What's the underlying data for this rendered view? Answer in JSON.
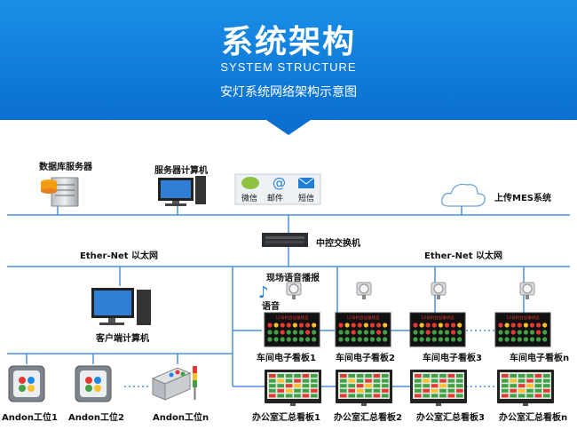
{
  "header": {
    "title": "系统架构",
    "subtitle_en": "SYSTEM STRUCTURE",
    "subtitle": "安灯系统网络架构示意图"
  },
  "nodes": {
    "db_server": "数据库服务器",
    "server_pc": "服务器计算机",
    "wechat": "微信",
    "mail": "邮件",
    "sms": "短信",
    "mes": "上传MES系统",
    "switch": "中控交换机",
    "ethernet_left": "Ether-Net 以太网",
    "ethernet_right": "Ether-Net 以太网",
    "voice_broadcast": "现场语音播报",
    "voice": "语音",
    "client_pc": "客户端计算机",
    "boards": [
      "车间电子看板1",
      "车间电子看板2",
      "车间电子看板3",
      "车间电子看板n"
    ],
    "board_screen_title": "12号机台设备状态",
    "office_boards": [
      "办公室汇总看板1",
      "办公室汇总看板2",
      "办公室汇总看板3",
      "办公室汇总看板n"
    ],
    "andon": [
      "Andon工位1",
      "Andon工位2",
      "Andon工位n"
    ]
  },
  "colors": {
    "banner_top": "#1a8fe6",
    "banner_bottom": "#0a6fd0",
    "line": "#4a90e2",
    "board_bg": "#111111"
  }
}
